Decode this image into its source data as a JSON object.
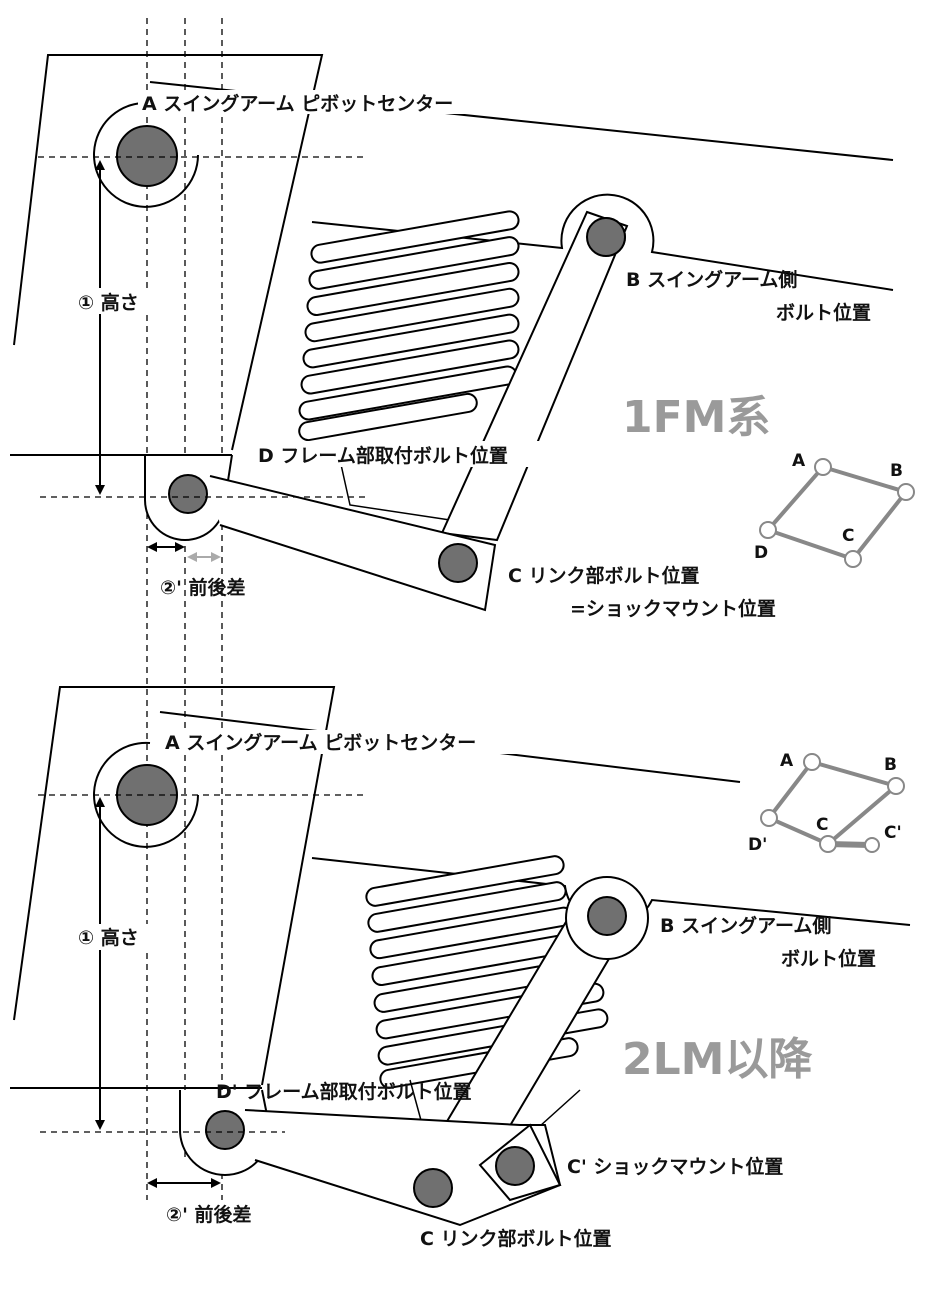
{
  "top": {
    "label_a": "A  スイングアーム ピボットセンター",
    "label_b1": "B  スイングアーム側",
    "label_b2": "ボルト位置",
    "label_height": "① 高さ",
    "label_d": "D  フレーム部取付ボルト位置",
    "label_offset": "②' 前後差",
    "label_c1": "C  リンク部ボルト位置",
    "label_c2": "=ショックマウント位置",
    "model": "1FM系",
    "mini": {
      "a": "A",
      "b": "B",
      "c": "C",
      "d": "D"
    }
  },
  "bottom": {
    "label_a": "A  スイングアーム ピボットセンター",
    "label_b1": "B  スイングアーム側",
    "label_b2": "ボルト位置",
    "label_height": "① 高さ",
    "label_d": "D' フレーム部取付ボルト位置",
    "label_offset": "②' 前後差",
    "label_cprime": "C' ショックマウント位置",
    "label_c": "C  リンク部ボルト位置",
    "model": "2LM以降",
    "mini": {
      "a": "A",
      "b": "B",
      "c": "C",
      "d": "D'",
      "cprime": "C'"
    }
  },
  "colors": {
    "bolt_fill": "#707070",
    "model_text": "#9a9a9a",
    "mini_line": "#888888",
    "offset_arrow_gray": "#aaaaaa"
  }
}
